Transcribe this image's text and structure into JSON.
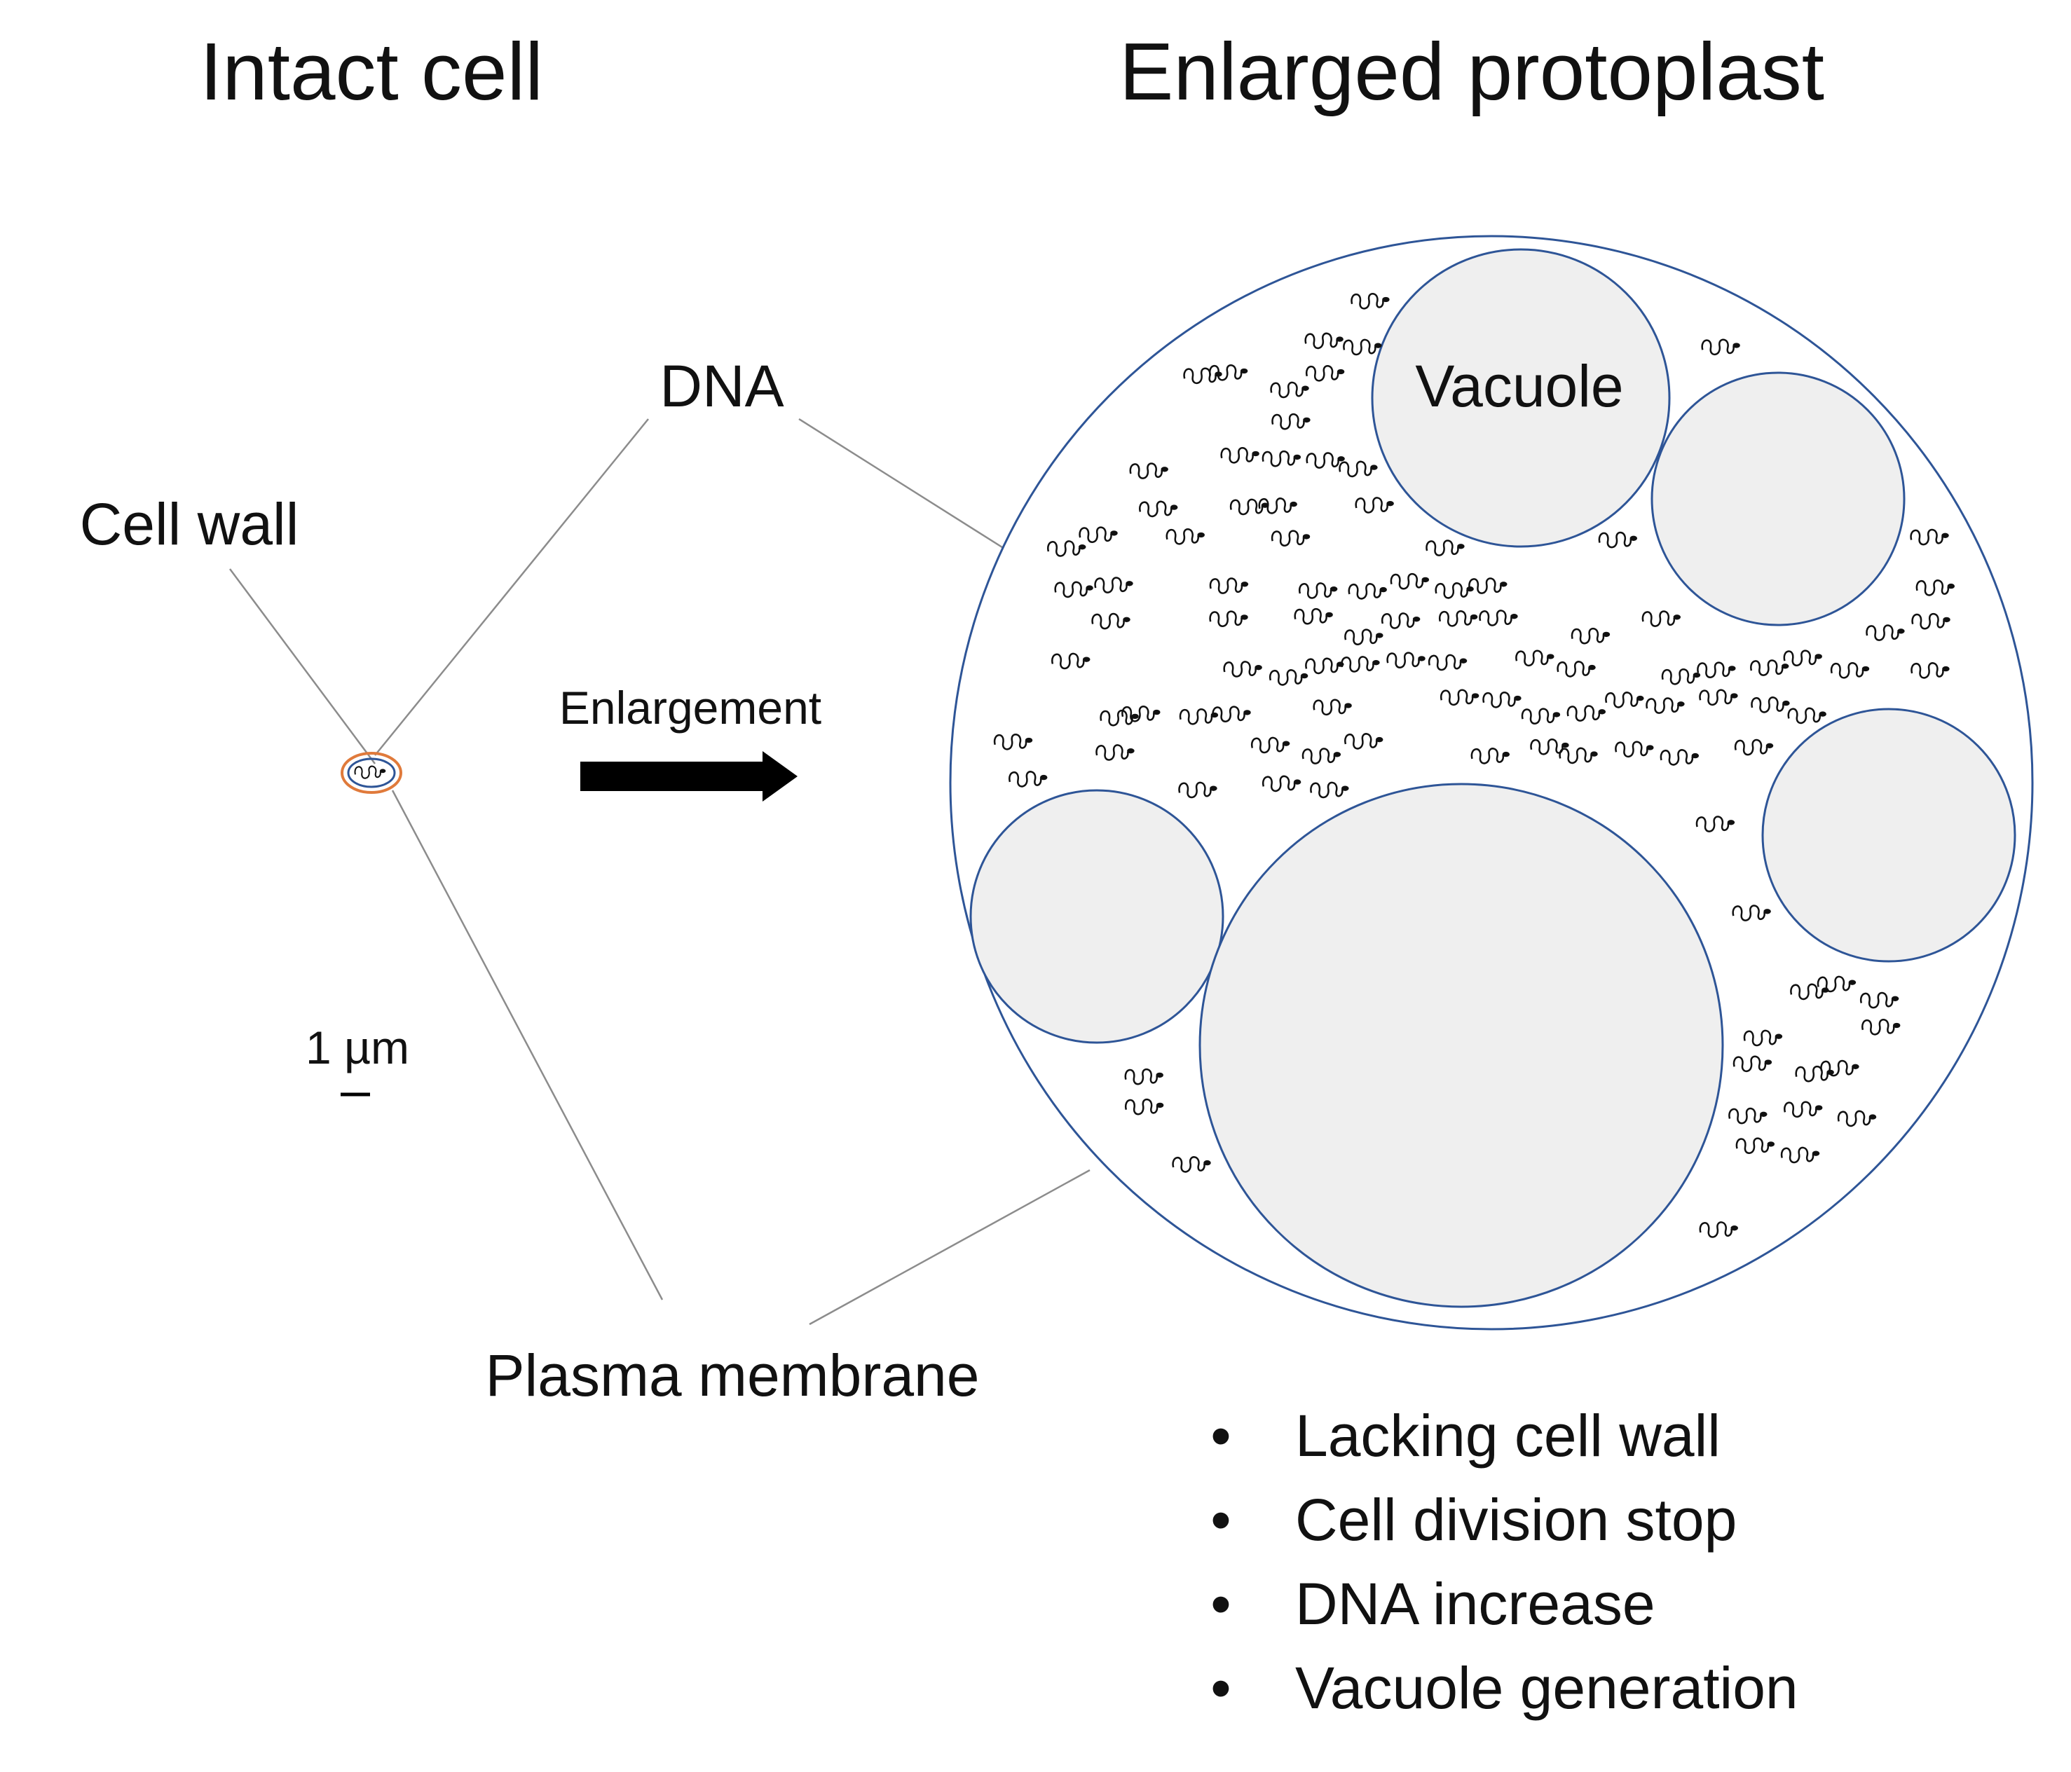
{
  "titles": {
    "intact": "Intact cell",
    "protoplast": "Enlarged protoplast"
  },
  "labels": {
    "dna": "DNA",
    "cell_wall": "Cell wall",
    "enlargement": "Enlargement",
    "scale_bar": "1 µm",
    "plasma_membrane": "Plasma membrane",
    "vacuole": "Vacuole"
  },
  "bullet_char": "•",
  "bullets": [
    "Lacking cell wall",
    "Cell division stop",
    "DNA increase",
    "Vacuole generation"
  ],
  "colors": {
    "membrane": "#2e5597",
    "vacuole_fill": "#efefef",
    "cell_wall": "#e07a3b",
    "leader_line": "#8c8c8c",
    "arrow": "#000000"
  },
  "icons": {
    "dna": "dna-coil-icon",
    "arrow": "right-arrow-icon"
  }
}
